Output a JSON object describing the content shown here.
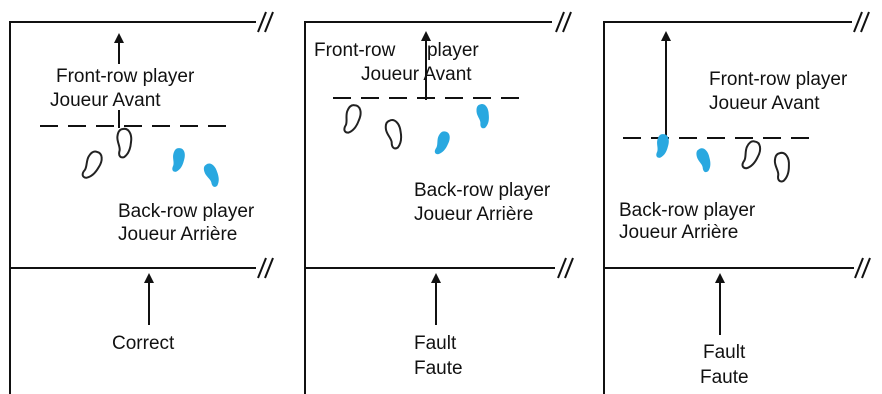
{
  "panels": [
    {
      "front_label_en": "Front-row player",
      "front_label_fr": "Joueur Avant",
      "back_label_en": "Back-row player",
      "back_label_fr": "Joueur Arrière",
      "verdict_line1": "Correct",
      "verdict_line2": ""
    },
    {
      "front_label_en": "Front-row      player",
      "front_label_fr": "Joueur Avant",
      "back_label_en": "Back-row player",
      "back_label_fr": "Joueur Arrière",
      "verdict_line1": "Fault",
      "verdict_line2": "Faute"
    },
    {
      "front_label_en": "Front-row player",
      "front_label_fr": "Joueur Avant",
      "back_label_en": "Back-row player",
      "back_label_fr": "Joueur Arrière",
      "verdict_line1": "Fault",
      "verdict_line2": "Faute"
    }
  ],
  "colors": {
    "back_row_foot": "#29a8e0",
    "front_row_foot_outline": "#222222",
    "line": "#111111"
  },
  "icons": {
    "front_row_foot": "foot-outline-icon",
    "back_row_foot": "foot-filled-icon",
    "line_break": "double-slash-icon"
  }
}
